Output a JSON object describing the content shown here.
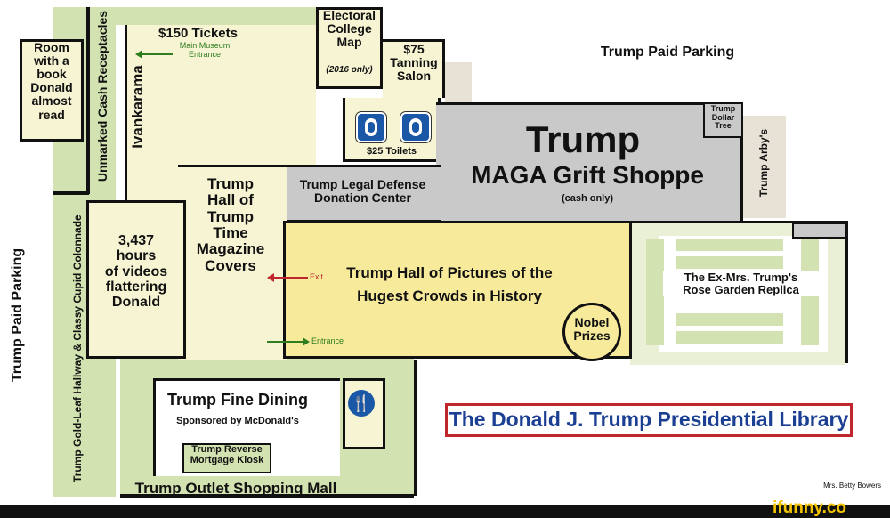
{
  "rooms": {
    "room_with_book": "Room\nwith a\nbook\nDonald\nalmost\nread",
    "unmarked_cash": "Unmarked Cash Receptacles",
    "ivankarama": "Ivankarama",
    "tickets": "$150 Tickets",
    "main_entrance": "Main Museum\nEntrance",
    "electoral_map": "Electoral\nCollege\nMap",
    "electoral_note": "(2016 only)",
    "tanning": "$75\nTanning\nSalon",
    "toilets": "$25 Toilets",
    "paid_parking_top": "Trump Paid Parking",
    "dollar_tree": "Trump\nDollar\nTree",
    "grift_title": "Trump",
    "grift_sub": "MAGA Grift Shoppe",
    "grift_note": "(cash only)",
    "arbys": "Trump\nArby's",
    "legal_defense": "Trump Legal Defense\nDonation Center",
    "hall_of_time": "Trump\nHall of\nTrump\nTime\nMagazine\nCovers",
    "hours_videos": "3,437\nhours\nof videos\nflattering\nDonald",
    "crowds": "Trump Hall of Pictures of the\nHugest Crowds in  History",
    "exit": "Exit",
    "entrance": "Entrance",
    "nobel": "Nobel\nPrizes",
    "rose_garden": "The Ex-Mrs. Trump's\nRose Garden Replica",
    "paid_parking_left": "Trump Paid Parking",
    "colonnade": "Trump Gold-Leaf Hallway & Classy Cupid Colonnade",
    "fine_dining": "Trump Fine Dining",
    "sponsor": "Sponsored by McDonald's",
    "mortgage": "Trump Reverse\nMortgage Kiosk",
    "outlet": "Trump Outlet Shopping Mall",
    "library_title": "The Donald J. Trump Presidential Library",
    "credit": "Mrs. Betty Bowers",
    "watermark": "ifunny.co"
  },
  "icons": {
    "restroom": "restroom-icon",
    "dining": "fork-knife-icon"
  },
  "colors": {
    "green": "#d2e2b0",
    "cream": "#f6f4d2",
    "gray": "#c9c9c9",
    "yellow": "#f7ea9b",
    "title_blue": "#1b3f93",
    "title_border": "#c0272d",
    "arrow_green": "#2e7d1f",
    "arrow_red": "#c0272d",
    "watermark": "#f5c400"
  }
}
